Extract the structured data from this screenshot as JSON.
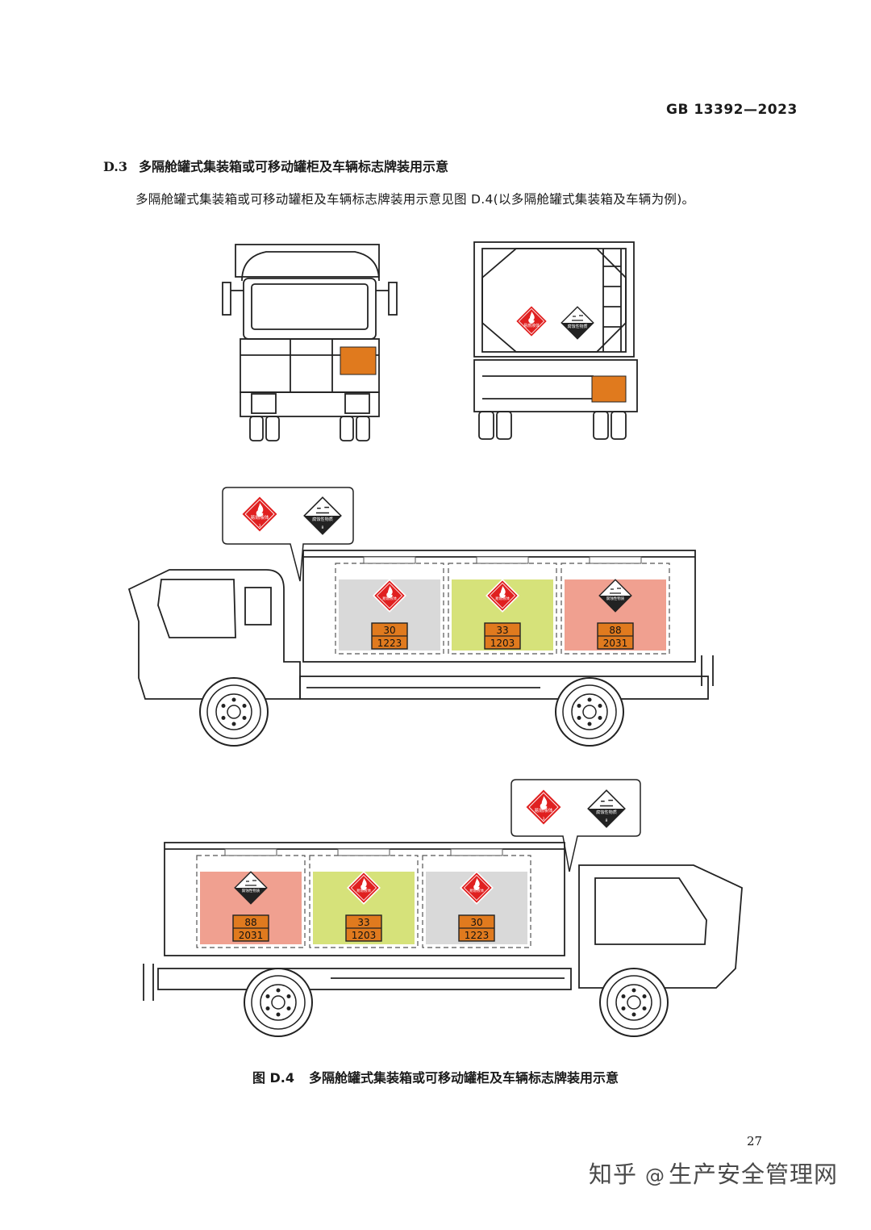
{
  "header": {
    "standard_number": "GB  13392—2023"
  },
  "section": {
    "number": "D.3",
    "title": "多隔舱罐式集装箱或可移动罐柜及车辆标志牌装用示意"
  },
  "paragraph": "多隔舱罐式集装箱或可移动罐柜及车辆标志牌装用示意见图 D.4(以多隔舱罐式集装箱及车辆为例)。",
  "figure": {
    "caption_number": "图 D.4",
    "caption_text": "多隔舱罐式集装箱或可移动罐柜及车辆标志牌装用示意",
    "diamond_labels": {
      "flammable": "易燃液体",
      "corrosive": "腐蚀性物质",
      "class3": "3",
      "class8": "8"
    },
    "truck_left_compartments": [
      {
        "hazard_id": "30",
        "un_number": "1223",
        "label": "flammable",
        "fill": "#d9d9d9"
      },
      {
        "hazard_id": "33",
        "un_number": "1203",
        "label": "flammable",
        "fill": "#d6e27a"
      },
      {
        "hazard_id": "88",
        "un_number": "2031",
        "label": "corrosive",
        "fill": "#f0a090"
      }
    ],
    "truck_right_compartments": [
      {
        "hazard_id": "88",
        "un_number": "2031",
        "label": "corrosive",
        "fill": "#f0a090"
      },
      {
        "hazard_id": "33",
        "un_number": "1203",
        "label": "flammable",
        "fill": "#d6e27a"
      },
      {
        "hazard_id": "30",
        "un_number": "1223",
        "label": "flammable",
        "fill": "#d9d9d9"
      }
    ],
    "colors": {
      "orange_plate": "#e07a1e",
      "flammable_red": "#e02020"
    }
  },
  "page_number": "27",
  "watermark": {
    "brand": "知乎",
    "handle": "生产安全管理网"
  }
}
